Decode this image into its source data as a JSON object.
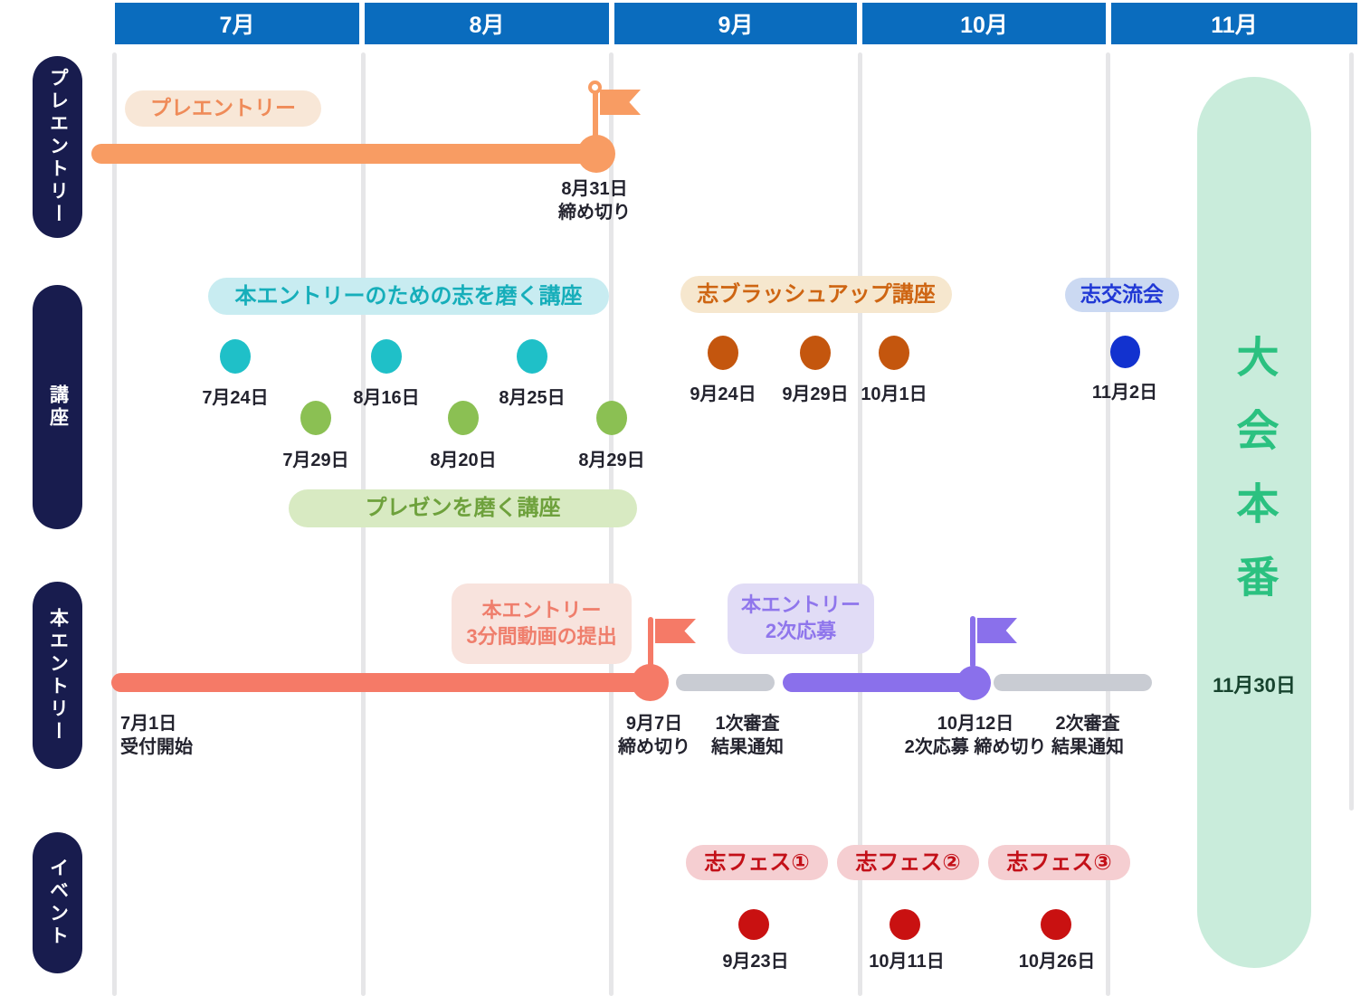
{
  "colors": {
    "header_blue": "#0A6CBE",
    "row_label_navy": "#181C4E",
    "grid_gray": "#E6E6E8",
    "pre_entry_orange": "#F89C63",
    "course_teal": "#1FC0C8",
    "course_green": "#8BC053",
    "brushup_rust": "#C4560E",
    "exchange_blue": "#1232CF",
    "main_entry_salmon": "#F57A67",
    "review_gray": "#C9CCD3",
    "second_entry_purple": "#8A70EB",
    "event_red": "#C91111",
    "finale_green_bg": "#C9ECDB",
    "finale_green_text": "#2BC180",
    "date_text": "#23232E"
  },
  "months": [
    "7月",
    "8月",
    "9月",
    "10月",
    "11月"
  ],
  "rows": {
    "pre_entry": {
      "label": "プレエントリー",
      "bubble": "プレエントリー",
      "deadline": "8月31日\n締め切り"
    },
    "courses": {
      "label": "講座",
      "polish_will": {
        "bubble": "本エントリーのための志を磨く講座",
        "dates": [
          "7月24日",
          "8月16日",
          "8月25日"
        ]
      },
      "polish_presentation": {
        "bubble": "プレゼンを磨く講座",
        "dates": [
          "7月29日",
          "8月20日",
          "8月29日"
        ]
      },
      "brushup": {
        "bubble": "志ブラッシュアップ講座",
        "dates": [
          "9月24日",
          "9月29日",
          "10月1日"
        ]
      },
      "exchange": {
        "bubble": "志交流会",
        "date": "11月2日"
      }
    },
    "main_entry": {
      "label": "本エントリー",
      "start": "7月1日\n受付開始",
      "video_bubble": "本エントリー\n3分間動画の提出",
      "video_deadline": "9月7日\n締め切り",
      "first_review": "1次審査\n結果通知",
      "second_bubble": "本エントリー\n2次応募",
      "second_deadline": "10月12日\n2次応募 締め切り",
      "second_review": "2次審査\n結果通知"
    },
    "events": {
      "label": "イベント",
      "items": [
        {
          "bubble": "志フェス①",
          "date": "9月23日"
        },
        {
          "bubble": "志フェス②",
          "date": "10月11日"
        },
        {
          "bubble": "志フェス③",
          "date": "10月26日"
        }
      ]
    }
  },
  "finale": {
    "title": "大会本番",
    "date": "11月30日"
  }
}
